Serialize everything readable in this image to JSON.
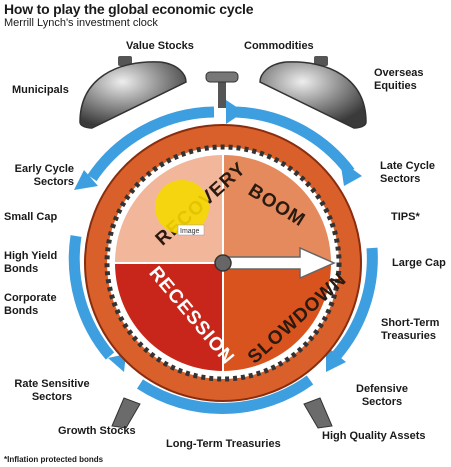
{
  "title": "How to play the global economic cycle",
  "subtitle": "Merrill Lynch's investment clock",
  "footnote": "*Inflation protected bonds",
  "phases": {
    "recovery": "RECOVERY",
    "boom": "BOOM",
    "slowdown": "SLOWDOWN",
    "recession": "RECESSION"
  },
  "highlight_tag": "Image",
  "assets": {
    "value_stocks": "Value Stocks",
    "commodities": "Commodities",
    "municipals": "Municipals",
    "overseas_equities_1": "Overseas",
    "overseas_equities_2": "Equities",
    "early_cycle_1": "Early Cycle",
    "early_cycle_2": "Sectors",
    "late_cycle_1": "Late Cycle",
    "late_cycle_2": "Sectors",
    "small_cap": "Small Cap",
    "tips": "TIPS*",
    "high_yield_1": "High Yield",
    "high_yield_2": "Bonds",
    "large_cap": "Large Cap",
    "corporate_1": "Corporate",
    "corporate_2": "Bonds",
    "short_term_1": "Short-Term",
    "short_term_2": "Treasuries",
    "rate_sensitive_1": "Rate Sensitive",
    "rate_sensitive_2": "Sectors",
    "defensive_1": "Defensive",
    "defensive_2": "Sectors",
    "growth_stocks": "Growth Stocks",
    "long_term": "Long-Term Treasuries",
    "high_quality": "High Quality Assets"
  },
  "colors": {
    "recovery": "#f2b79a",
    "boom": "#e58a5c",
    "slowdown": "#d9531e",
    "recession": "#c8261a",
    "ring_arrow": "#3d9fe0",
    "clock_rim": "#d9602a",
    "highlight": "#f5d800"
  }
}
